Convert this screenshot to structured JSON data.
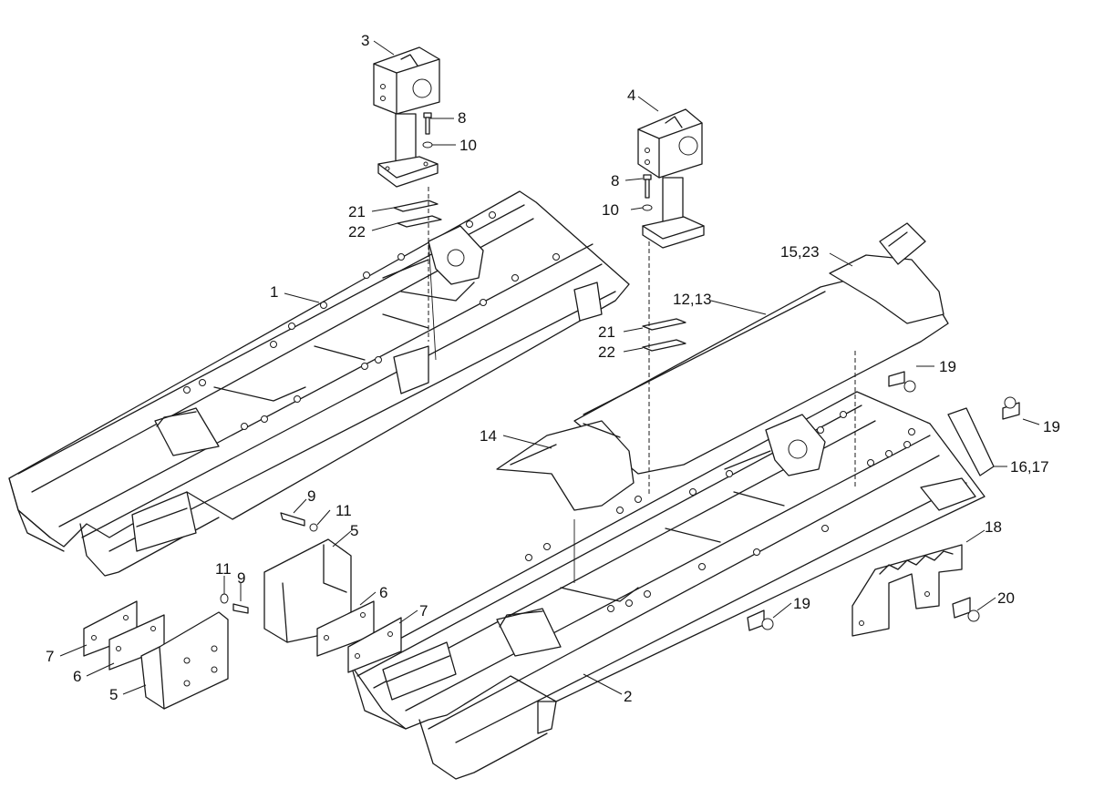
{
  "callouts": [
    {
      "id": "c-3",
      "text": "3"
    },
    {
      "id": "c-8a",
      "text": "8"
    },
    {
      "id": "c-10a",
      "text": "10"
    },
    {
      "id": "c-21a",
      "text": "21"
    },
    {
      "id": "c-22a",
      "text": "22"
    },
    {
      "id": "c-1",
      "text": "1"
    },
    {
      "id": "c-4",
      "text": "4"
    },
    {
      "id": "c-8b",
      "text": "8"
    },
    {
      "id": "c-10b",
      "text": "10"
    },
    {
      "id": "c-15-23",
      "text": "15,23"
    },
    {
      "id": "c-12-13",
      "text": "12,13"
    },
    {
      "id": "c-21b",
      "text": "21"
    },
    {
      "id": "c-22b",
      "text": "22"
    },
    {
      "id": "c-19a",
      "text": "19"
    },
    {
      "id": "c-19b",
      "text": "19"
    },
    {
      "id": "c-14",
      "text": "14"
    },
    {
      "id": "c-16-17",
      "text": "16,17"
    },
    {
      "id": "c-9a",
      "text": "9"
    },
    {
      "id": "c-11a",
      "text": "11"
    },
    {
      "id": "c-5a",
      "text": "5"
    },
    {
      "id": "c-11b",
      "text": "11"
    },
    {
      "id": "c-9b",
      "text": "9"
    },
    {
      "id": "c-6a",
      "text": "6"
    },
    {
      "id": "c-7a",
      "text": "7"
    },
    {
      "id": "c-7b",
      "text": "7"
    },
    {
      "id": "c-6b",
      "text": "6"
    },
    {
      "id": "c-5b",
      "text": "5"
    },
    {
      "id": "c-18",
      "text": "18"
    },
    {
      "id": "c-19c",
      "text": "19"
    },
    {
      "id": "c-20",
      "text": "20"
    },
    {
      "id": "c-2",
      "text": "2"
    }
  ]
}
